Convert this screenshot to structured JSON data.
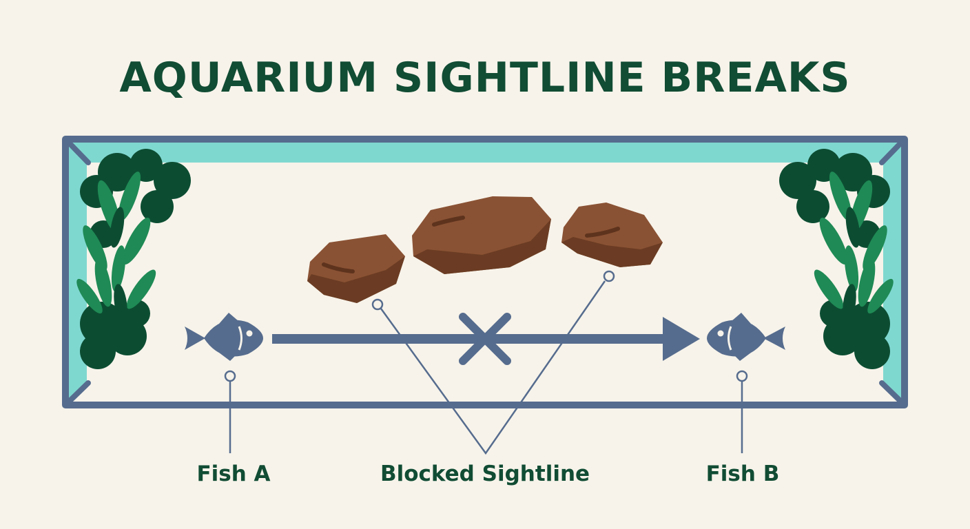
{
  "title": "AQUARIUM SIGHTLINE BREAKS",
  "labels": {
    "fish_a": "Fish A",
    "blocked": "Blocked Sightline",
    "fish_b": "Fish B"
  },
  "icons": {
    "fish_a": "fish-icon",
    "fish_b": "fish-icon",
    "blocked_mark": "x-mark-icon",
    "rocks": "rock-icon",
    "plants": "aquatic-plant-icon"
  },
  "colors": {
    "background": "#f7f3ea",
    "title": "#114c34",
    "tank_frame": "#566c8e",
    "water_edge": "#7fd8d0",
    "plant_dark": "#0c4d32",
    "plant_light": "#1f8a55",
    "rock": "#8a5234",
    "rock_shadow": "#6b3c23",
    "fish": "#566c8e",
    "label_text": "#114c34"
  }
}
